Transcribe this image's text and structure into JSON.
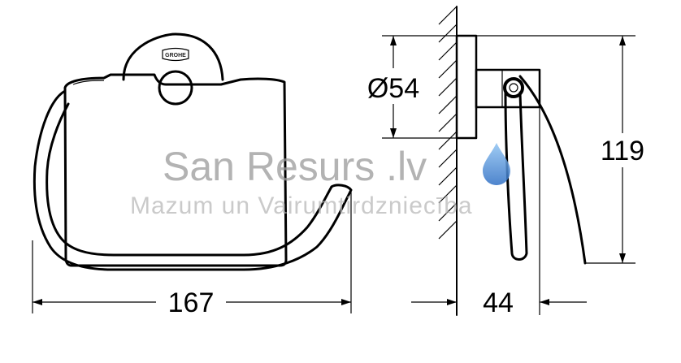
{
  "drawing": {
    "brand_logo": "GROHE",
    "dimensions": {
      "width": "167",
      "rosette_diameter": "Ø54",
      "height": "119",
      "projection": "44"
    }
  },
  "watermark": {
    "title": "San Resurs .lv",
    "subtitle": "Mazum un Vairumtirdzniecība"
  },
  "colors": {
    "line": "#000000",
    "watermark_text": "#9a9a9a",
    "watermark_drop": "#4a8fd8"
  }
}
